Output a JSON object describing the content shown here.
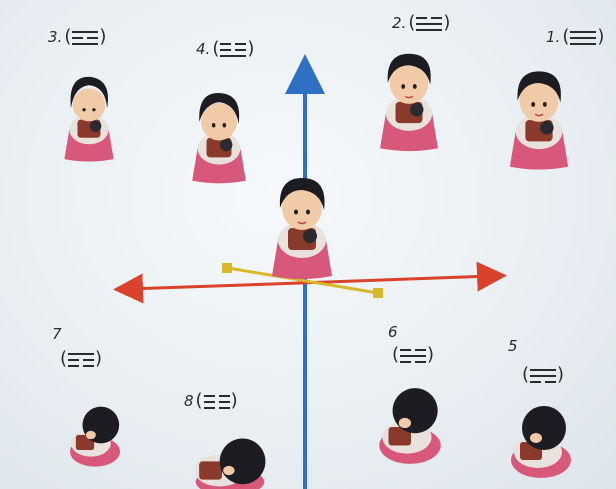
{
  "labels": [
    {
      "id": "l1",
      "num": "1.",
      "lines": [
        "solid",
        "solid",
        "solid"
      ]
    },
    {
      "id": "l2",
      "num": "2.",
      "lines": [
        "broken",
        "solid",
        "solid"
      ]
    },
    {
      "id": "l3",
      "num": "3.",
      "lines": [
        "solid",
        "broken",
        "solid"
      ]
    },
    {
      "id": "l4",
      "num": "4.",
      "lines": [
        "broken",
        "broken",
        "solid"
      ]
    },
    {
      "id": "l5",
      "num": "5",
      "lines": [
        "solid",
        "solid",
        "broken"
      ]
    },
    {
      "id": "l6",
      "num": "6",
      "lines": [
        "broken",
        "solid",
        "broken"
      ]
    },
    {
      "id": "l7",
      "num": "7",
      "lines": [
        "solid",
        "broken",
        "broken"
      ]
    },
    {
      "id": "l8",
      "num": "8",
      "lines": [
        "broken",
        "broken",
        "broken"
      ]
    }
  ],
  "colors": {
    "vertical_axis": "#2f6fc4",
    "horizontal_axis": "#d9422b",
    "diagonal_axis": "#d8b82a",
    "doll_hair": "#1c1c22",
    "doll_skirt": "#d8587a",
    "doll_shirt": "#e9e2dc",
    "doll_face": "#f1caa8",
    "doll_object": "#8a3a2a"
  },
  "figures": [
    {
      "id": "center",
      "pose": "front"
    },
    {
      "id": "f1",
      "pose": "front"
    },
    {
      "id": "f2",
      "pose": "front"
    },
    {
      "id": "f3",
      "pose": "front"
    },
    {
      "id": "f4",
      "pose": "front"
    },
    {
      "id": "f5",
      "pose": "top"
    },
    {
      "id": "f6",
      "pose": "top"
    },
    {
      "id": "f7",
      "pose": "top"
    },
    {
      "id": "f8",
      "pose": "top"
    }
  ]
}
